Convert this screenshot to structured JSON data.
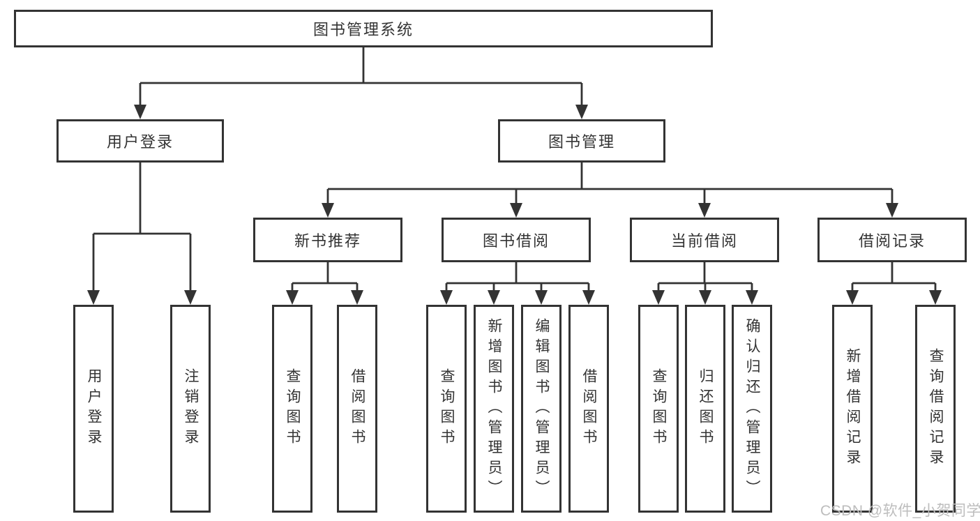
{
  "diagram": {
    "root": {
      "label": "图书管理系统",
      "children": [
        {
          "label": "用户登录",
          "children": [
            {
              "label": "用户登录"
            },
            {
              "label": "注销登录"
            }
          ]
        },
        {
          "label": "图书管理",
          "children": [
            {
              "label": "新书推荐",
              "children": [
                {
                  "label": "查询图书"
                },
                {
                  "label": "借阅图书"
                }
              ]
            },
            {
              "label": "图书借阅",
              "children": [
                {
                  "label": "查询图书"
                },
                {
                  "label": "新增图书（管理员）"
                },
                {
                  "label": "编辑图书（管理员）"
                },
                {
                  "label": "借阅图书"
                }
              ]
            },
            {
              "label": "当前借阅",
              "children": [
                {
                  "label": "查询图书"
                },
                {
                  "label": "归还图书"
                },
                {
                  "label": "确认归还（管理员）"
                }
              ]
            },
            {
              "label": "借阅记录",
              "children": [
                {
                  "label": "新增借阅记录"
                },
                {
                  "label": "查询借阅记录"
                }
              ]
            }
          ]
        }
      ]
    }
  },
  "watermark": {
    "text": "CSDN @软件_小贺同学"
  },
  "colors": {
    "line": "#333333",
    "box_border": "#333333",
    "text": "#333333",
    "background": "#ffffff",
    "watermark": "#bdbdbd"
  }
}
